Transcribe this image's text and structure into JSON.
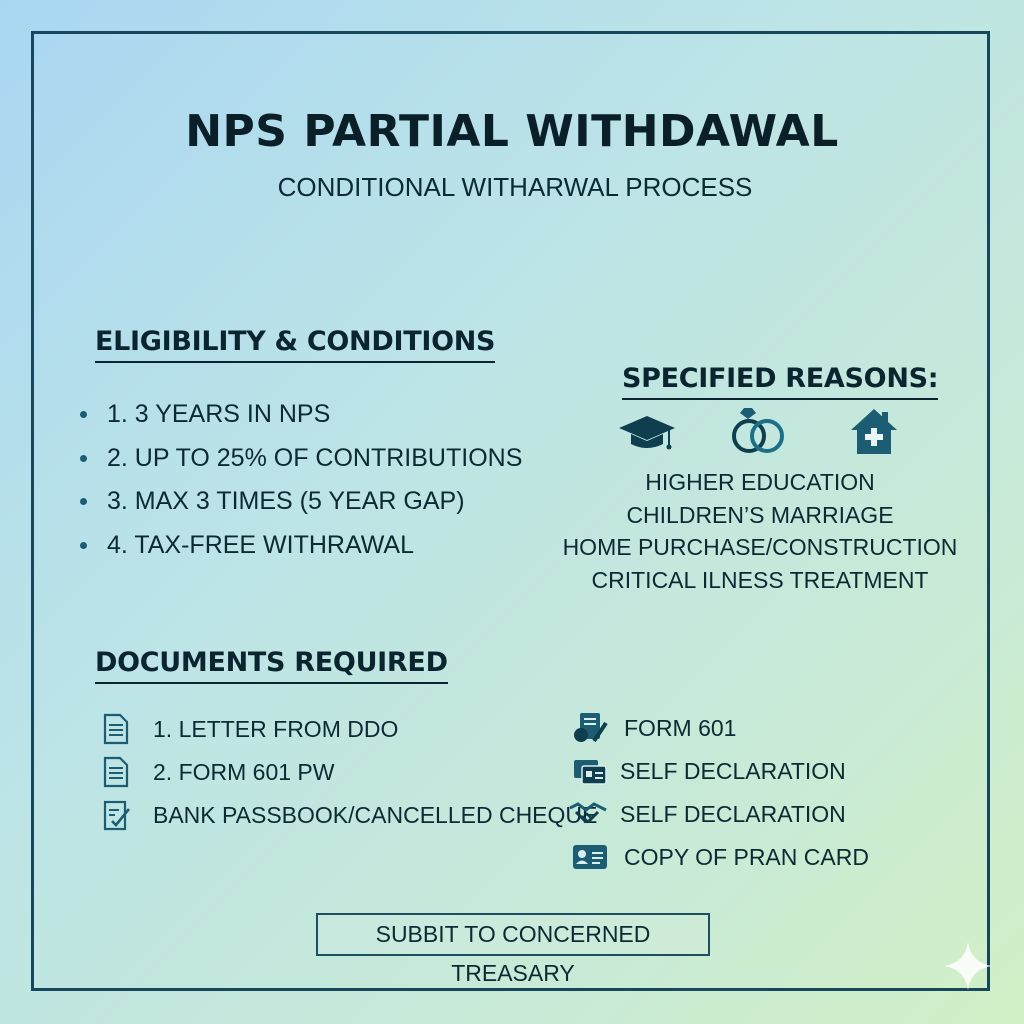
{
  "title": "NPS PARTIAL WITHDAWAL",
  "subtitle": "CONDITIONAL WITHARWAL PROCESS",
  "eligibility": {
    "heading": "ELIGIBILITY & CONDITIONS",
    "items": [
      "1. 3 YEARS IN NPS",
      "2. UP TO 25% OF CONTRIBUTIONS",
      "3. MAX 3 TIMES (5 YEAR GAP)",
      "4. TAX-FREE WITHRAWAL"
    ]
  },
  "reasons": {
    "heading": "SPECIFIED REASONS:",
    "icons": [
      "graduation-cap-icon",
      "wedding-rings-icon",
      "medical-home-icon"
    ],
    "items": [
      "HIGHER EDUCATION",
      "CHILDREN’S MARRIAGE",
      "HOME PURCHASE/CONSTRUCTION",
      "CRITICAL ILNESS TREATMENT"
    ]
  },
  "documents": {
    "heading": "DOCUMENTS REQUIRED",
    "left": [
      {
        "label": "1. LETTER FROM DDO",
        "icon": "document-icon"
      },
      {
        "label": "2. FORM 601 PW",
        "icon": "document-icon"
      },
      {
        "label": "BANK PASSBOOK/CANCELLED CHEQUE",
        "icon": "checklist-icon"
      }
    ],
    "right": [
      {
        "label": "FORM 601",
        "icon": "form-sign-icon"
      },
      {
        "label": "SELF DECLARATION",
        "icon": "id-cards-icon"
      },
      {
        "label": "SELF DECLARATION",
        "icon": "handshake-icon"
      },
      {
        "label": "COPY OF PRAN CARD",
        "icon": "id-card-icon"
      }
    ]
  },
  "footer": {
    "button": "SUBBIT TO CONCERNED TREASARY"
  },
  "colors": {
    "accent": "#1d5d73",
    "text": "#0b2a33",
    "border": "#16475a"
  }
}
